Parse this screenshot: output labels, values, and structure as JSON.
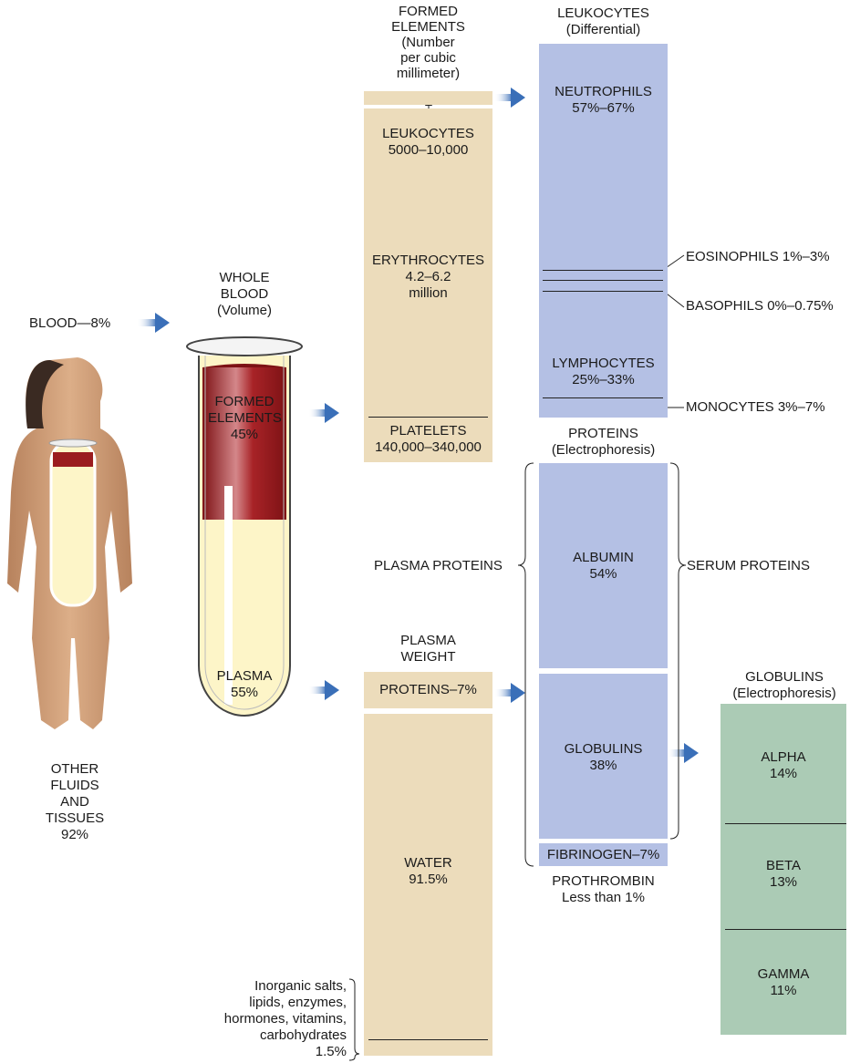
{
  "blood_label": "BLOOD—8%",
  "whole_blood": {
    "title": "WHOLE BLOOD",
    "subtitle": "(Volume)",
    "formed": "FORMED ELEMENTS",
    "formed_pct": "45%",
    "plasma": "PLASMA",
    "plasma_pct": "55%"
  },
  "other": {
    "line1": "OTHER",
    "line2": "FLUIDS",
    "line3": "AND",
    "line4": "TISSUES",
    "pct": "92%"
  },
  "formed_elements": {
    "header": [
      "FORMED",
      "ELEMENTS",
      "(Number",
      "per cubic",
      "millimeter)"
    ],
    "leukocytes": "LEUKOCYTES",
    "leukocytes_val": "5000–10,000",
    "erythrocytes": "ERYTHROCYTES",
    "erythrocytes_val1": "4.2–6.2",
    "erythrocytes_val2": "million",
    "platelets": "PLATELETS",
    "platelets_val": "140,000–340,000"
  },
  "leukocytes": {
    "header": "LEUKOCYTES",
    "subheader": "(Differential)",
    "neutrophils": "NEUTROPHILS",
    "neutrophils_val": "57%–67%",
    "eosinophils": "EOSINOPHILS 1%–3%",
    "basophils": "BASOPHILS 0%–0.75%",
    "lymphocytes": "LYMPHOCYTES",
    "lymphocytes_val": "25%–33%",
    "monocytes": "MONOCYTES 3%–7%"
  },
  "plasma_weight": {
    "header1": "PLASMA",
    "header2": "WEIGHT",
    "proteins": "PROTEINS–7%",
    "water": "WATER",
    "water_val": "91.5%",
    "other": [
      "Inorganic salts,",
      "lipids, enzymes,",
      "hormones, vitamins,",
      "carbohydrates",
      "1.5%"
    ]
  },
  "proteins": {
    "header": "PROTEINS",
    "subheader": "(Electrophoresis)",
    "plasma_proteins": "PLASMA PROTEINS",
    "serum_proteins": "SERUM PROTEINS",
    "albumin": "ALBUMIN",
    "albumin_val": "54%",
    "globulins": "GLOBULINS",
    "globulins_val": "38%",
    "fibrinogen": "FIBRINOGEN–7%",
    "prothrombin": "PROTHROMBIN",
    "prothrombin_val": "Less than 1%"
  },
  "globulins": {
    "header": "GLOBULINS",
    "subheader": "(Electrophoresis)",
    "alpha": "ALPHA",
    "alpha_val": "14%",
    "beta": "BETA",
    "beta_val": "13%",
    "gamma": "GAMMA",
    "gamma_val": "11%"
  },
  "colors": {
    "tan": "#ecdcbb",
    "blue": "#b4c0e4",
    "green": "#abcbb5",
    "blood_red": "#9b1c1f",
    "plasma": "#fdf5c8",
    "arrow": "#3a6fb8"
  }
}
